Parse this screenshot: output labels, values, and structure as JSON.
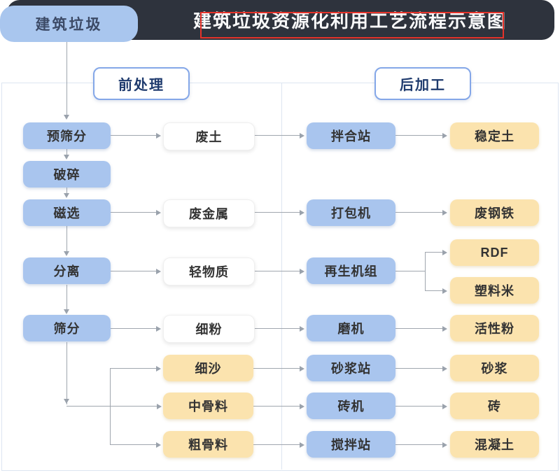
{
  "header": {
    "badge_label": "建筑垃圾",
    "title": "建筑垃圾资源化利用工艺流程示意图",
    "title_highlight_color": "#e5332a"
  },
  "sections": {
    "pre": "前处理",
    "post": "后加工"
  },
  "nodes": {
    "pre_screening": "预筛分",
    "crushing": "破碎",
    "magnetic_separation": "磁选",
    "separation": "分离",
    "screening": "筛分",
    "waste_soil": "废土",
    "waste_metal": "废金属",
    "light_material": "轻物质",
    "fine_powder": "细粉",
    "fine_sand": "细沙",
    "medium_aggregate": "中骨料",
    "coarse_aggregate": "粗骨料",
    "mixing_station": "拌合站",
    "baler": "打包机",
    "regeneration_unit": "再生机组",
    "mill": "磨机",
    "mortar_station": "砂浆站",
    "brick_machine": "砖机",
    "concrete_mixing_station": "搅拌站",
    "stabilized_soil": "稳定土",
    "scrap_steel": "废钢铁",
    "rdf": "RDF",
    "plastic_pellets": "塑料米",
    "active_powder": "活性粉",
    "mortar": "砂浆",
    "brick": "砖",
    "concrete": "混凝土"
  },
  "edges": [
    [
      "建筑垃圾",
      "预筛分"
    ],
    [
      "预筛分",
      "破碎"
    ],
    [
      "破碎",
      "磁选"
    ],
    [
      "磁选",
      "分离"
    ],
    [
      "分离",
      "筛分"
    ],
    [
      "预筛分",
      "废土"
    ],
    [
      "废土",
      "拌合站"
    ],
    [
      "拌合站",
      "稳定土"
    ],
    [
      "磁选",
      "废金属"
    ],
    [
      "废金属",
      "打包机"
    ],
    [
      "打包机",
      "废钢铁"
    ],
    [
      "分离",
      "轻物质"
    ],
    [
      "轻物质",
      "再生机组"
    ],
    [
      "再生机组",
      "RDF"
    ],
    [
      "再生机组",
      "塑料米"
    ],
    [
      "筛分",
      "细粉"
    ],
    [
      "细粉",
      "磨机"
    ],
    [
      "磨机",
      "活性粉"
    ],
    [
      "筛分",
      "细沙"
    ],
    [
      "筛分",
      "中骨料"
    ],
    [
      "筛分",
      "粗骨料"
    ],
    [
      "细沙",
      "砂浆站"
    ],
    [
      "砂浆站",
      "砂浆"
    ],
    [
      "中骨料",
      "砖机"
    ],
    [
      "砖机",
      "砖"
    ],
    [
      "粗骨料",
      "搅拌站"
    ],
    [
      "搅拌站",
      "混凝土"
    ]
  ],
  "colors": {
    "process_blue": "#a9c5ee",
    "product_yellow": "#fbe3ae",
    "intermediate_white": "#ffffff",
    "header_bar": "#2e333d",
    "header_title_text": "#fafbfc",
    "badge_text": "#3c4a66",
    "pill_border": "#84a7e8",
    "pill_text": "#1e3a6d",
    "node_text": "#333333",
    "connector_gray": "#a0a6ae",
    "frame_border": "#dde5f1"
  }
}
